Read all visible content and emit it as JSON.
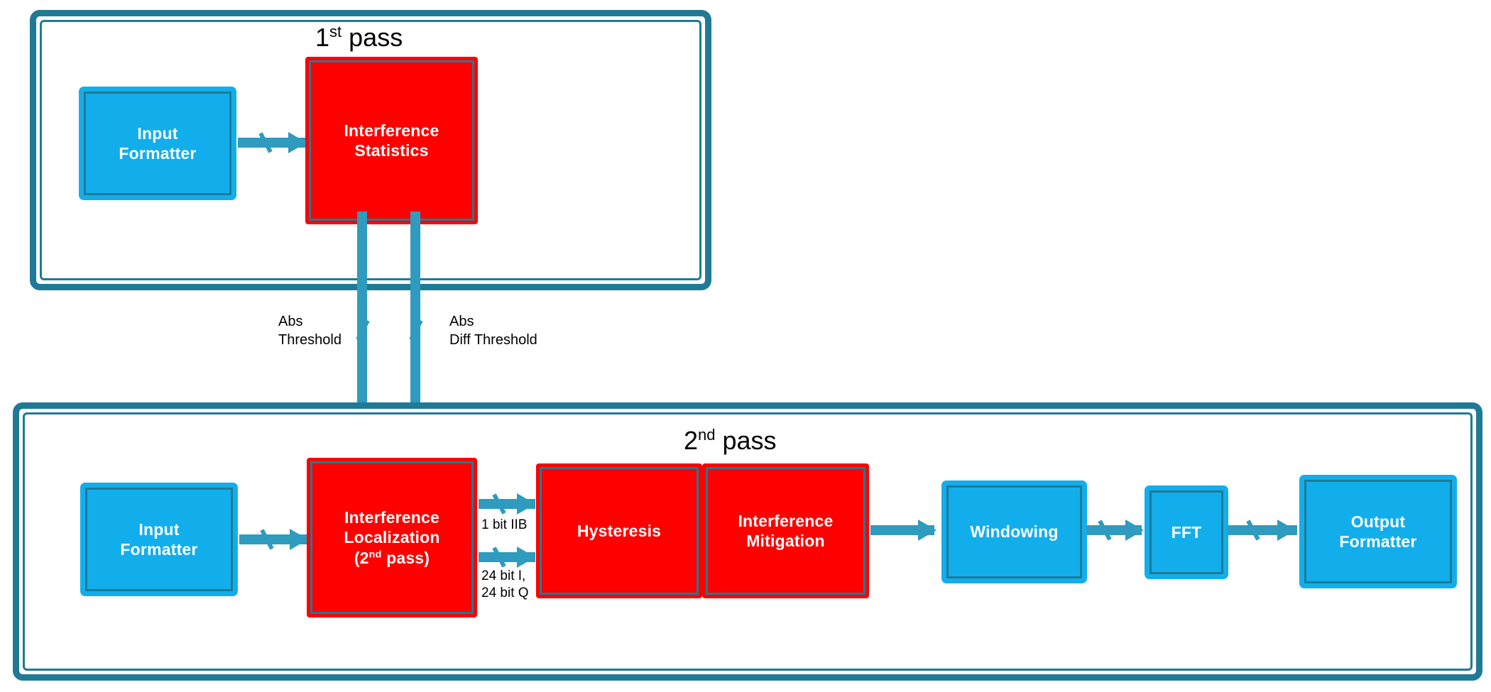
{
  "diagram": {
    "title_hidden": "Two-pass interference mitigation signal processing chain",
    "colors": {
      "teal_frame": "#1F7A96",
      "arrow_teal": "#2E9BBF",
      "box_blue": "#12AEEC",
      "box_red": "#FF0000",
      "text_dark": "#000000",
      "box_text": "#FFFFFF",
      "background": "#FFFFFF"
    }
  },
  "first_pass": {
    "title": "1",
    "title_sup": "st",
    "title_rest": " pass",
    "blocks": [
      {
        "id": "input-formatter-1",
        "line1": "Input",
        "line2": "Formatter",
        "kind": "blue"
      },
      {
        "id": "interference-statistics",
        "line1": "Interference",
        "line2": "Statistics",
        "kind": "red"
      }
    ]
  },
  "second_pass": {
    "title": "2",
    "title_sup": "nd",
    "title_rest": " pass",
    "blocks": [
      {
        "id": "input-formatter-2",
        "line1": "Input",
        "line2": "Formatter",
        "kind": "blue"
      },
      {
        "id": "interference-localization",
        "line1": "Interference",
        "line2": "Localization",
        "line3a": "(2",
        "line3sup": "nd",
        "line3b": " pass)",
        "kind": "red"
      },
      {
        "id": "hysteresis",
        "line1": "Hysteresis",
        "kind": "red"
      },
      {
        "id": "interference-mitigation",
        "line1": "Interference",
        "line2": "Mitigation",
        "kind": "red"
      },
      {
        "id": "windowing",
        "line1": "Windowing",
        "kind": "blue"
      },
      {
        "id": "fft",
        "line1": "FFT",
        "kind": "blue"
      },
      {
        "id": "output-formatter",
        "line1": "Output",
        "line2": "Formatter",
        "kind": "blue"
      }
    ]
  },
  "connector_labels": {
    "abs_threshold": "Abs\nThreshold",
    "abs_diff_threshold": "Abs\nDiff Threshold",
    "one_bit_iib": "1 bit IIB",
    "iq_bits": "24 bit I,\n24 bit Q"
  }
}
